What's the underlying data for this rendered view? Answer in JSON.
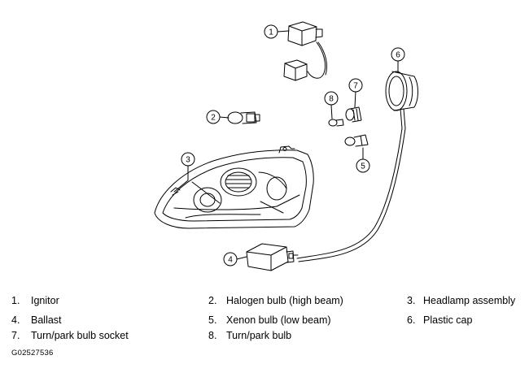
{
  "callouts": [
    "1",
    "2",
    "3",
    "4",
    "5",
    "6",
    "7",
    "8"
  ],
  "legend": [
    {
      "num": "1.",
      "label": "Ignitor"
    },
    {
      "num": "2.",
      "label": "Halogen bulb (high beam)"
    },
    {
      "num": "3.",
      "label": "Headlamp assembly"
    },
    {
      "num": "4.",
      "label": "Ballast"
    },
    {
      "num": "5.",
      "label": "Xenon bulb (low beam)"
    },
    {
      "num": "6.",
      "label": "Plastic cap"
    },
    {
      "num": "7.",
      "label": "Turn/park bulb socket"
    },
    {
      "num": "8.",
      "label": "Turn/park bulb"
    }
  ],
  "figure_code": "G02527536"
}
